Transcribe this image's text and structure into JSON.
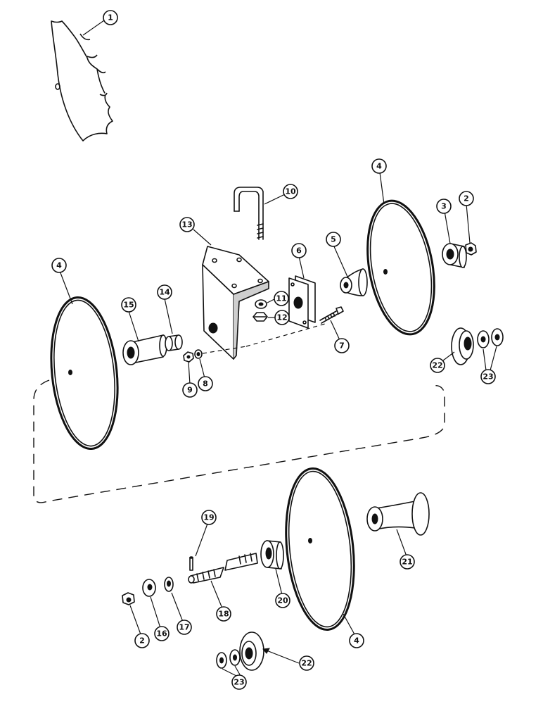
{
  "callouts": [
    {
      "id": "c1",
      "label": "1",
      "part": "scalloped-disc"
    },
    {
      "id": "c2a",
      "label": "2",
      "part": "castle-nut"
    },
    {
      "id": "c3",
      "label": "3",
      "part": "bearing"
    },
    {
      "id": "c4a",
      "label": "4",
      "part": "plain-disc"
    },
    {
      "id": "c4b",
      "label": "4",
      "part": "plain-disc"
    },
    {
      "id": "c5",
      "label": "5",
      "part": "spool"
    },
    {
      "id": "c6",
      "label": "6",
      "part": "bearing-flange"
    },
    {
      "id": "c7",
      "label": "7",
      "part": "bolt"
    },
    {
      "id": "c8",
      "label": "8",
      "part": "washer"
    },
    {
      "id": "c9",
      "label": "9",
      "part": "nut"
    },
    {
      "id": "c10",
      "label": "10",
      "part": "u-bolt"
    },
    {
      "id": "c11",
      "label": "11",
      "part": "lock-washer"
    },
    {
      "id": "c12",
      "label": "12",
      "part": "nut"
    },
    {
      "id": "c13",
      "label": "13",
      "part": "bracket"
    },
    {
      "id": "c14",
      "label": "14",
      "part": "bushing"
    },
    {
      "id": "c15",
      "label": "15",
      "part": "spacer-spool"
    },
    {
      "id": "c19",
      "label": "19",
      "part": "cotter-pin"
    },
    {
      "id": "c21",
      "label": "21",
      "part": "long-spool"
    },
    {
      "id": "c20",
      "label": "20",
      "part": "bearing-cup"
    },
    {
      "id": "c18",
      "label": "18",
      "part": "axle-shaft"
    },
    {
      "id": "c2b",
      "label": "2",
      "part": "castle-nut"
    },
    {
      "id": "c16",
      "label": "16",
      "part": "washer"
    },
    {
      "id": "c17",
      "label": "17",
      "part": "washer"
    },
    {
      "id": "c4c",
      "label": "4",
      "part": "plain-disc"
    },
    {
      "id": "c22a",
      "label": "22",
      "part": "end-cap"
    },
    {
      "id": "c23a",
      "label": "23",
      "part": "shim-washers"
    },
    {
      "id": "c22b",
      "label": "22",
      "part": "end-cap"
    },
    {
      "id": "c23b",
      "label": "23",
      "part": "shim-washers"
    }
  ]
}
